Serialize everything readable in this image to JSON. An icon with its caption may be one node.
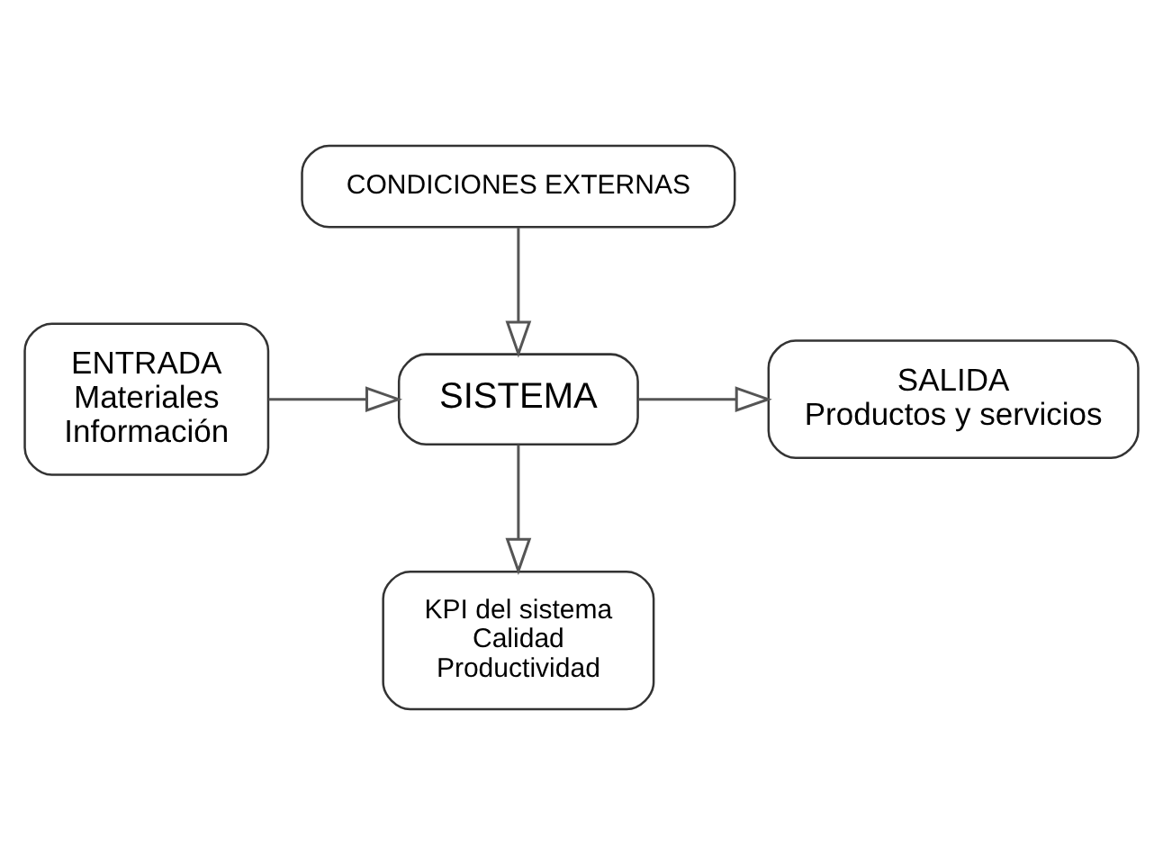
{
  "diagram": {
    "nodes": [
      {
        "text": [
          "CONDICIONES EXTERNAS"
        ]
      },
      {
        "text": [
          "ENTRADA",
          "Materiales",
          "Información"
        ]
      },
      {
        "text": [
          "SISTEMA"
        ]
      },
      {
        "text": [
          "SALIDA",
          "Productos y servicios"
        ]
      },
      {
        "text": [
          "KPI del sistema",
          "Calidad",
          "Productividad"
        ]
      }
    ],
    "edges": [
      {
        "from": 0,
        "to": 2,
        "arrow": "to"
      },
      {
        "from": 1,
        "to": 2,
        "arrow": "to"
      },
      {
        "from": 2,
        "to": 3,
        "arrow": "to"
      },
      {
        "from": 2,
        "to": 4,
        "arrow": "to"
      }
    ]
  }
}
